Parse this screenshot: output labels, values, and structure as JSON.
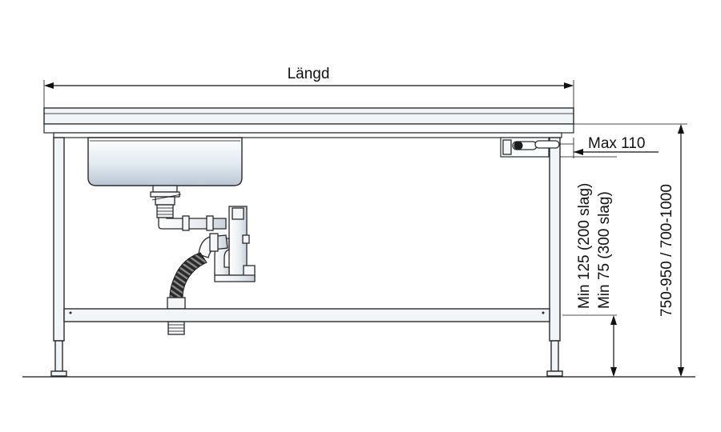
{
  "labels": {
    "length": "Längd",
    "max_offset": "Max 110",
    "min_clearance_200": "Min 125 (200 slag)",
    "min_clearance_300": "Min 75 (300 slag)",
    "height_range": "750-950 / 700-1000"
  },
  "colors": {
    "line": "#111111",
    "steel_fill": "#f2f5f8",
    "sink_top": "#ffffff",
    "sink_bottom": "#b9c7d4",
    "hose_dark": "#1c1c1c",
    "hose_light": "#6c6c6c"
  }
}
